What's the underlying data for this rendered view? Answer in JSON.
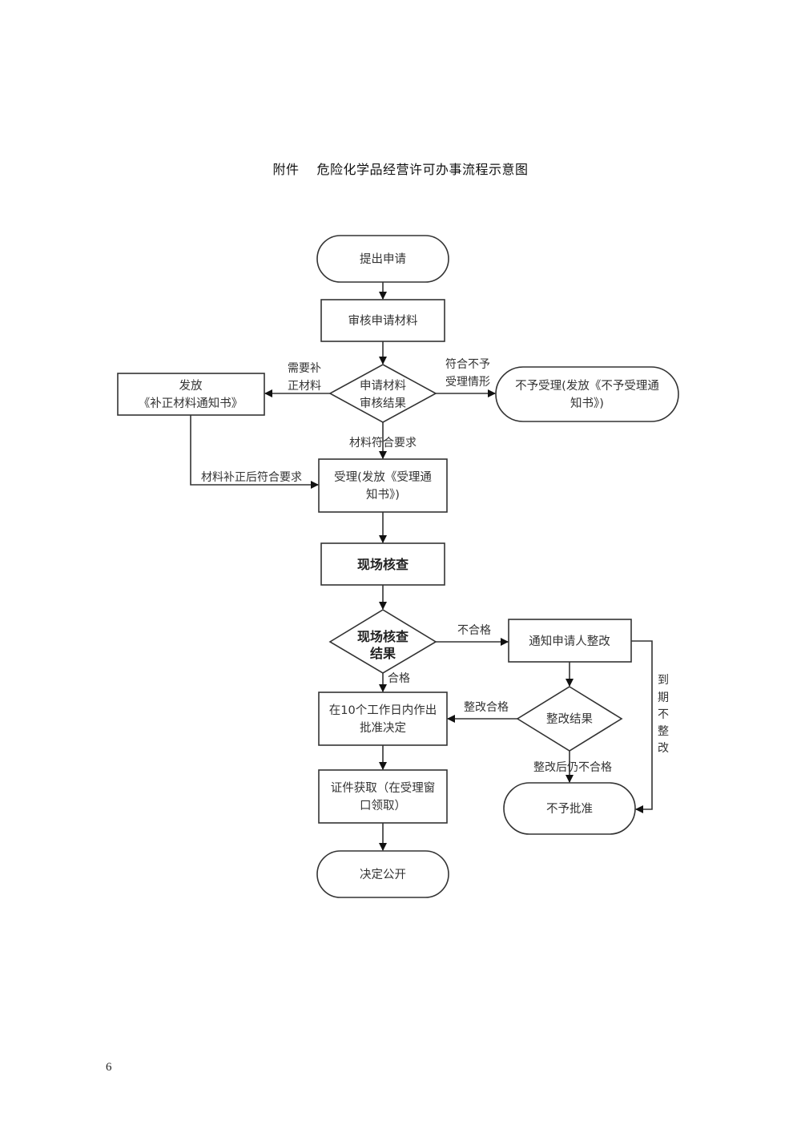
{
  "title": {
    "prefix": "附件",
    "text": "危险化学品经营许可办事流程示意图"
  },
  "page_number": "6",
  "nodes": {
    "submit": "提出申请",
    "review_materials": "审核申请材料",
    "review_result": [
      "申请材料",
      "审核结果"
    ],
    "issue_correction": [
      "发放",
      "《补正材料通知书》"
    ],
    "reject_accept": [
      "不予受理(发放《不予受理通",
      "知书》)"
    ],
    "accept": [
      "受理(发放《受理通",
      "知书》)"
    ],
    "site_check": "现场核查",
    "site_result": [
      "现场核查",
      "结果"
    ],
    "notify_rectify": "通知申请人整改",
    "rectify_result": "整改结果",
    "approve_decision": [
      "在10个工作日内作出",
      "批准决定"
    ],
    "certificate": [
      "证件获取（在受理窗",
      "口领取）"
    ],
    "not_approved": "不予批准",
    "publish": "决定公开"
  },
  "edge_labels": {
    "need_correction": [
      "需要补",
      "正材料"
    ],
    "not_acceptable": [
      "符合不予",
      "受理情形"
    ],
    "materials_ok": "材料符合要求",
    "corrected_ok": "材料补正后符合要求",
    "unqualified": "不合格",
    "qualified": "合格",
    "rectify_ok": "整改合格",
    "still_unqualified": "整改后仍不合格",
    "overdue": [
      "到",
      "期",
      "不",
      "整",
      "改"
    ]
  }
}
